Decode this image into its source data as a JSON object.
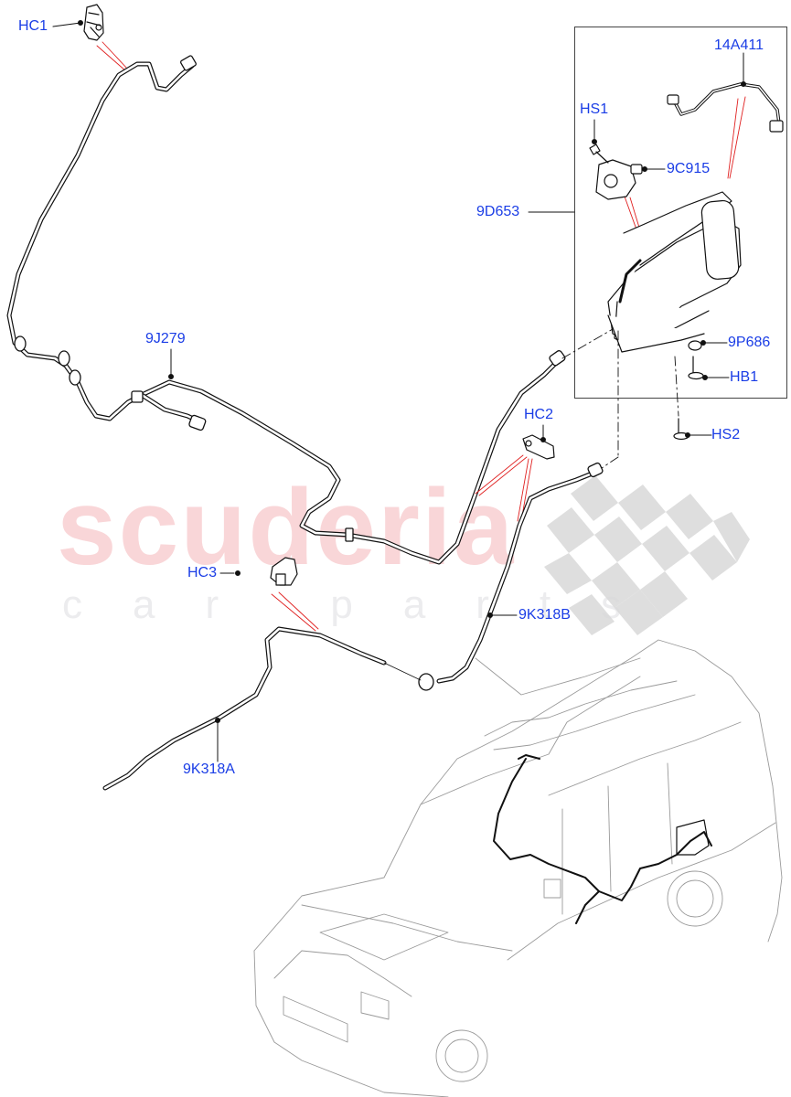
{
  "diagram": {
    "type": "exploded parts diagram",
    "subject": "Fuel vapour/evaporative emission hoses, carbon canister and vehicle location view",
    "watermark": {
      "main_text": "scuderia",
      "sub_text": "car parts",
      "main_color": "#f9d6d8",
      "sub_color": "#ececee"
    },
    "callout_color": "#1a3de6",
    "leader_color": "#000000",
    "assembly_line_color": "#e02020",
    "inset_box": {
      "label": "canister-assembly-inset"
    },
    "callouts": [
      {
        "id": "HC1",
        "label": "HC1"
      },
      {
        "id": "14A411",
        "label": "14A411"
      },
      {
        "id": "HS1",
        "label": "HS1"
      },
      {
        "id": "9C915",
        "label": "9C915"
      },
      {
        "id": "9D653",
        "label": "9D653"
      },
      {
        "id": "9J279",
        "label": "9J279"
      },
      {
        "id": "9P686",
        "label": "9P686"
      },
      {
        "id": "HB1",
        "label": "HB1"
      },
      {
        "id": "HC2",
        "label": "HC2"
      },
      {
        "id": "HS2",
        "label": "HS2"
      },
      {
        "id": "HC3",
        "label": "HC3"
      },
      {
        "id": "9K318B",
        "label": "9K318B"
      },
      {
        "id": "9K318A",
        "label": "9K318A"
      }
    ]
  }
}
